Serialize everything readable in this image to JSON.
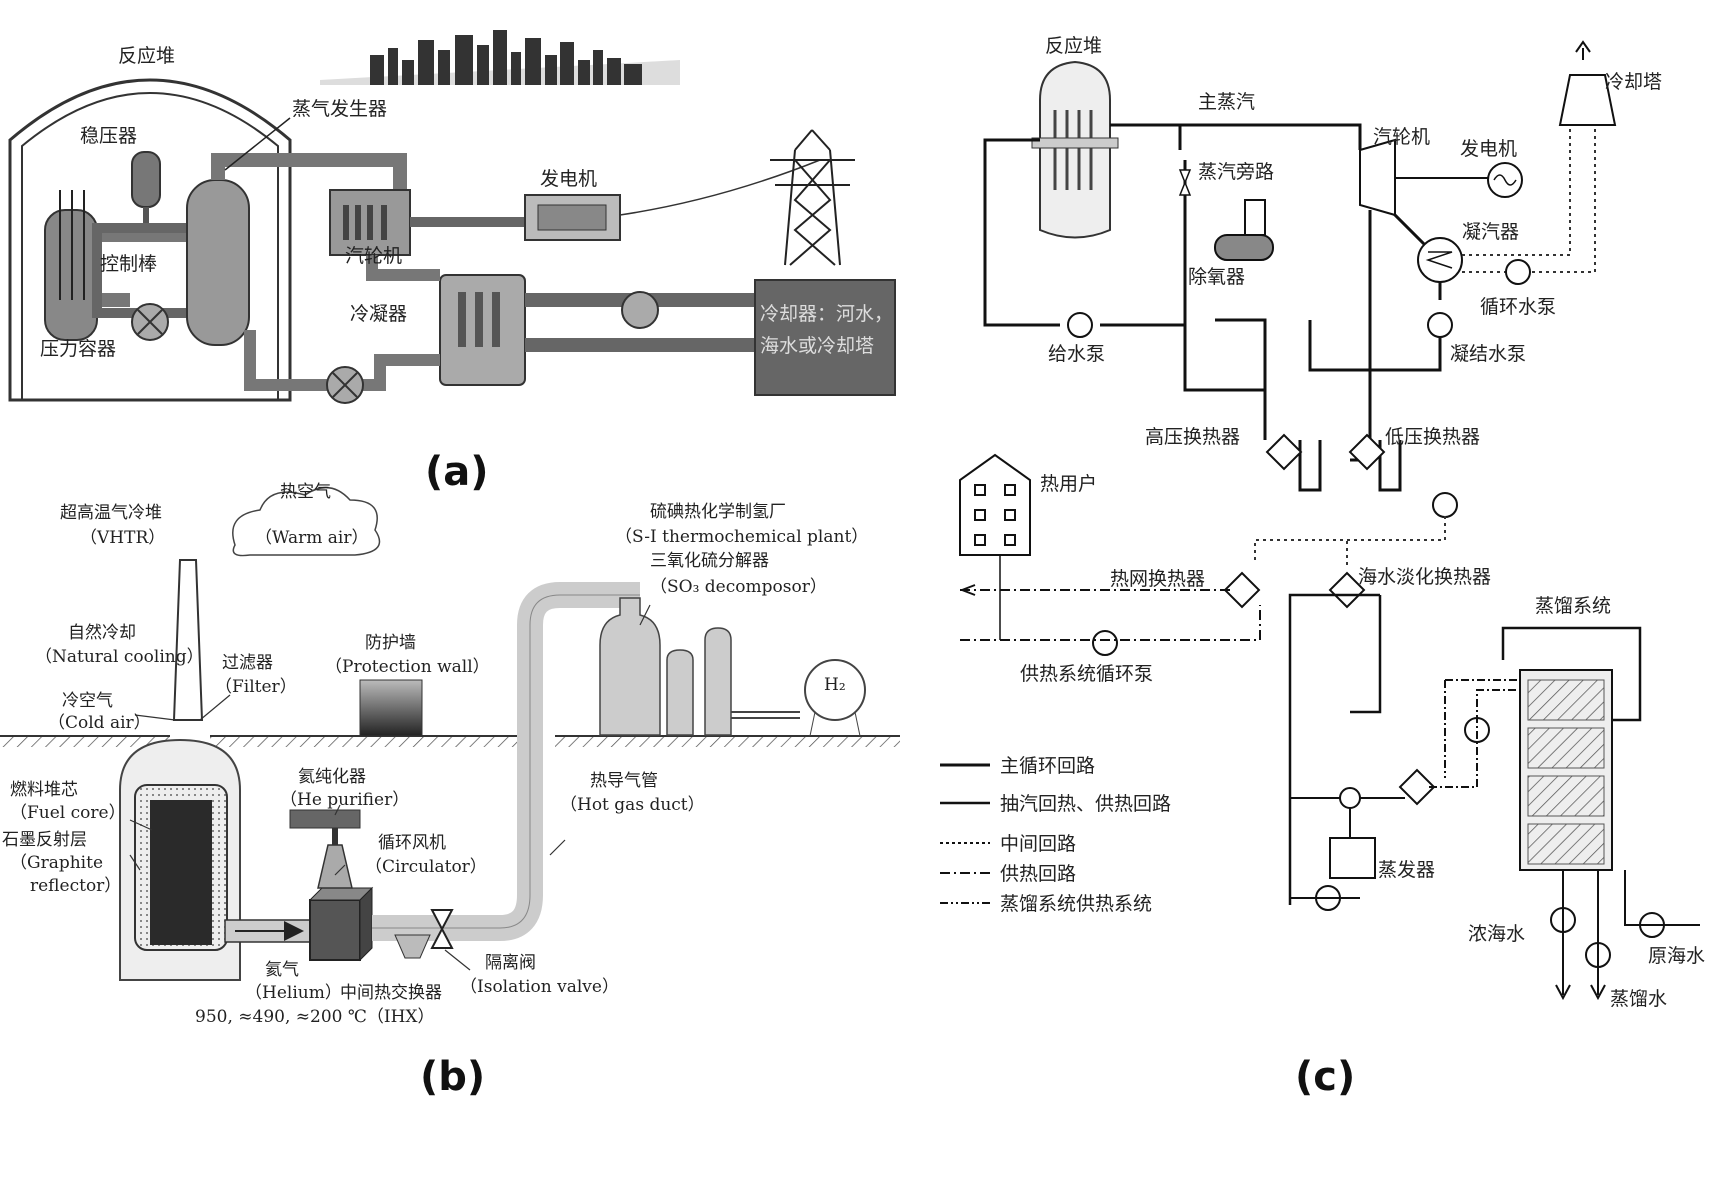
{
  "figure": {
    "panel_a": {
      "caption": "(a)",
      "reactor": "反应堆",
      "pressurizer": "稳压器",
      "steam_generator": "蒸气发生器",
      "control_rods": "控制棒",
      "pressure_vessel": "压力容器",
      "turbine": "汽轮机",
      "generator": "发电机",
      "condenser": "冷凝器",
      "cooler_line1": "冷却器：河水，",
      "cooler_line2": "海水或冷却塔"
    },
    "panel_b": {
      "caption": "(b)",
      "vhtr_zh": "超高温气冷堆",
      "vhtr_en": "（VHTR）",
      "hot_air_zh": "热空气",
      "hot_air_en": "（Warm air）",
      "natural_cooling_zh": "自然冷却",
      "natural_cooling_en": "（Natural cooling）",
      "filter_zh": "过滤器",
      "filter_en": "（Filter）",
      "cold_air_zh": "冷空气",
      "cold_air_en": "（Cold air）",
      "protection_wall_zh": "防护墙",
      "protection_wall_en": "（Protection wall）",
      "si_plant_zh": "硫碘热化学制氢厂",
      "si_plant_en": "（S-I thermochemical plant）",
      "so3_zh": "三氧化硫分解器",
      "so3_en": "（SO₃ decomposor）",
      "h2": "H₂",
      "fuel_core_zh": "燃料堆芯",
      "fuel_core_en": "（Fuel core）",
      "graphite_zh": "石墨反射层",
      "graphite_en1": "（Graphite",
      "graphite_en2": "reflector）",
      "he_purifier_zh": "氦纯化器",
      "he_purifier_en": "（He purifier）",
      "circulator_zh": "循环风机",
      "circulator_en": "（Circulator）",
      "hot_gas_duct_zh": "热导气管",
      "hot_gas_duct_en": "（Hot gas duct）",
      "helium_zh": "氦气",
      "helium_en": "（Helium）",
      "ihx_zh": "中间热交换器",
      "isolation_valve_zh": "隔离阀",
      "isolation_valve_en": "（Isolation valve）",
      "temps": "950, ≈490, ≈200 ℃（IHX）"
    },
    "panel_c": {
      "caption": "(c)",
      "reactor": "反应堆",
      "main_steam": "主蒸汽",
      "turbine": "汽轮机",
      "generator": "发电机",
      "cooling_tower": "冷却塔",
      "steam_bypass": "蒸汽旁路",
      "condenser": "凝汽器",
      "deaerator": "除氧器",
      "circulating_pump": "循环水泵",
      "feed_pump": "给水泵",
      "condensate_pump": "凝结水泵",
      "hp_heater": "高压换热器",
      "lp_heater": "低压换热器",
      "heat_user": "热用户",
      "heat_net_exchanger": "热网换热器",
      "desal_exchanger": "海水淡化换热器",
      "heat_supply_pump": "供热系统循环泵",
      "distillation_system": "蒸馏系统",
      "evaporator": "蒸发器",
      "brine": "浓海水",
      "raw_seawater": "原海水",
      "distilled_water": "蒸馏水",
      "legend": [
        "主循环回路",
        "抽汽回热、供热回路",
        "中间回路",
        "供热回路",
        "蒸馏系统供热系统"
      ]
    }
  }
}
